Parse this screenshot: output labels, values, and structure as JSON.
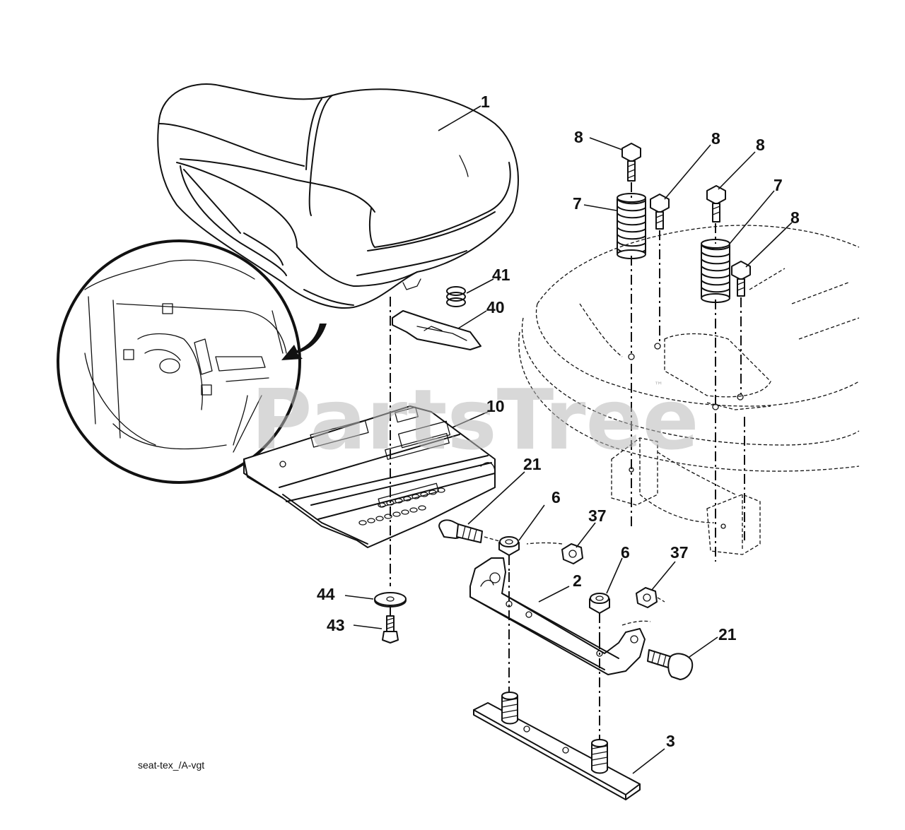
{
  "diagram": {
    "watermark": "PartsTree",
    "watermark_mark": "™",
    "caption": "seat-tex_/A-vgt",
    "callouts": {
      "seat": "1",
      "bracket_2": "2",
      "plate_3": "3",
      "nut_6_left": "6",
      "nut_6_right": "6",
      "spring_7_left": "7",
      "spring_7_right": "7",
      "bolt_8_a": "8",
      "bolt_8_b": "8",
      "bolt_8_c": "8",
      "bolt_8_d": "8",
      "seat_pan_10": "10",
      "bolt_21_left": "21",
      "bolt_21_right": "21",
      "nut_37_left": "37",
      "nut_37_right": "37",
      "clip_40": "40",
      "spring_41": "41",
      "screw_43": "43",
      "washer_44": "44"
    }
  }
}
